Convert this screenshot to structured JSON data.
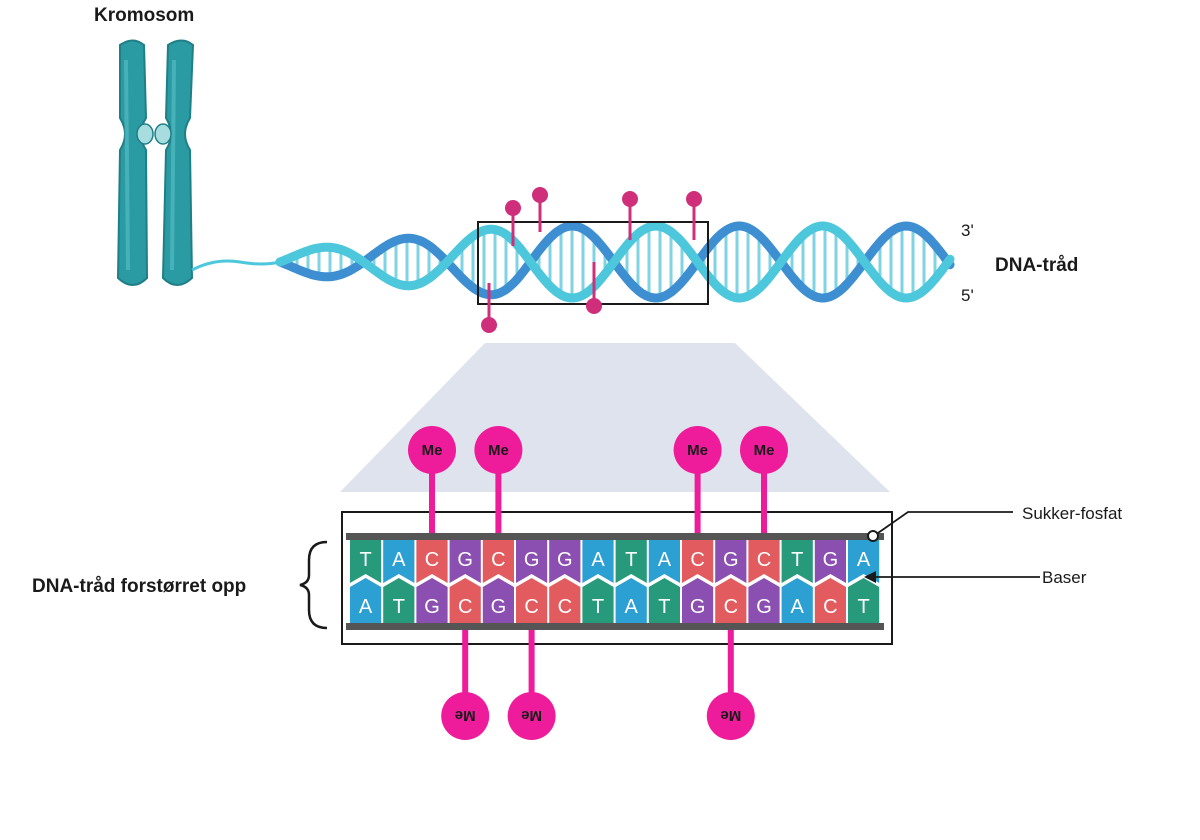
{
  "labels": {
    "chromosome": "Kromosom",
    "dna_strand": "DNA-tråd",
    "three_prime": "3'",
    "five_prime": "5'",
    "zoomed": "DNA-tråd forstørret opp",
    "sugar_phosphate": "Sukker-fosfat",
    "bases": "Baser"
  },
  "methyl_label": "Me",
  "top_strand": [
    "T",
    "A",
    "C",
    "G",
    "C",
    "G",
    "G",
    "A",
    "T",
    "A",
    "C",
    "G",
    "C",
    "T",
    "G",
    "A"
  ],
  "bottom_strand": [
    "A",
    "T",
    "G",
    "C",
    "G",
    "C",
    "C",
    "T",
    "A",
    "T",
    "G",
    "C",
    "G",
    "A",
    "C",
    "T"
  ],
  "methylated_top_indices": [
    2,
    4,
    10,
    12
  ],
  "methylated_bottom_indices": [
    3,
    5,
    11
  ],
  "base_colors": {
    "A": "#2c9fd3",
    "T": "#279a7b",
    "G": "#8a4fb0",
    "C": "#e25b5f"
  },
  "colors": {
    "chromosome": "#2a9aa3",
    "strand_dark": "#3d8fd1",
    "strand_light": "#4cc7db",
    "methyl": "#ee1c9a",
    "methyl_small": "#cf2f7a",
    "backbone": "#555555",
    "zoom_cone": "#dfe3ed"
  }
}
